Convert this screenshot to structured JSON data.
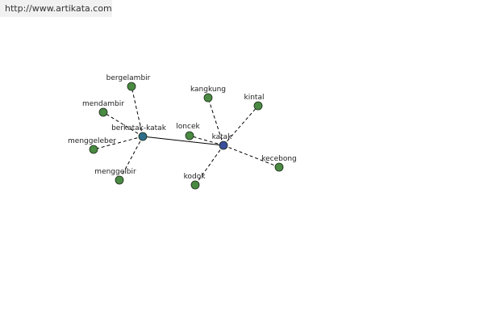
{
  "header": {
    "url": "http://www.artikata.com"
  },
  "colors": {
    "leaf": "#4a8a42",
    "hub_primary": "#2f6e8a",
    "hub_secondary": "#3a4f9a",
    "edge": "#000000"
  },
  "graph": {
    "nodes": [
      {
        "id": "katak",
        "label": "katak",
        "kind": "hub-secondary"
      },
      {
        "id": "berkatak-katak",
        "label": "berkatak-katak",
        "kind": "hub-primary"
      },
      {
        "id": "bergelambir",
        "label": "bergelambir",
        "kind": "leaf"
      },
      {
        "id": "mendambir",
        "label": "mendambir",
        "kind": "leaf"
      },
      {
        "id": "menggeleber",
        "label": "menggeleber",
        "kind": "leaf"
      },
      {
        "id": "menggelbir",
        "label": "menggelbir",
        "kind": "leaf"
      },
      {
        "id": "kangkung",
        "label": "kangkung",
        "kind": "leaf"
      },
      {
        "id": "kintal",
        "label": "kintal",
        "kind": "leaf"
      },
      {
        "id": "loncek",
        "label": "loncek",
        "kind": "leaf"
      },
      {
        "id": "kodok",
        "label": "kodok",
        "kind": "leaf"
      },
      {
        "id": "kecebong",
        "label": "kecebong",
        "kind": "leaf"
      }
    ],
    "edges": [
      {
        "from": "berkatak-katak",
        "to": "katak",
        "style": "solid"
      },
      {
        "from": "berkatak-katak",
        "to": "bergelambir",
        "style": "dashed"
      },
      {
        "from": "berkatak-katak",
        "to": "mendambir",
        "style": "dashed"
      },
      {
        "from": "berkatak-katak",
        "to": "menggeleber",
        "style": "dashed"
      },
      {
        "from": "berkatak-katak",
        "to": "menggelbir",
        "style": "dashed"
      },
      {
        "from": "katak",
        "to": "kangkung",
        "style": "dashed"
      },
      {
        "from": "katak",
        "to": "kintal",
        "style": "dashed"
      },
      {
        "from": "katak",
        "to": "loncek",
        "style": "dashed"
      },
      {
        "from": "katak",
        "to": "kodok",
        "style": "dashed"
      },
      {
        "from": "katak",
        "to": "kecebong",
        "style": "dashed"
      }
    ]
  }
}
